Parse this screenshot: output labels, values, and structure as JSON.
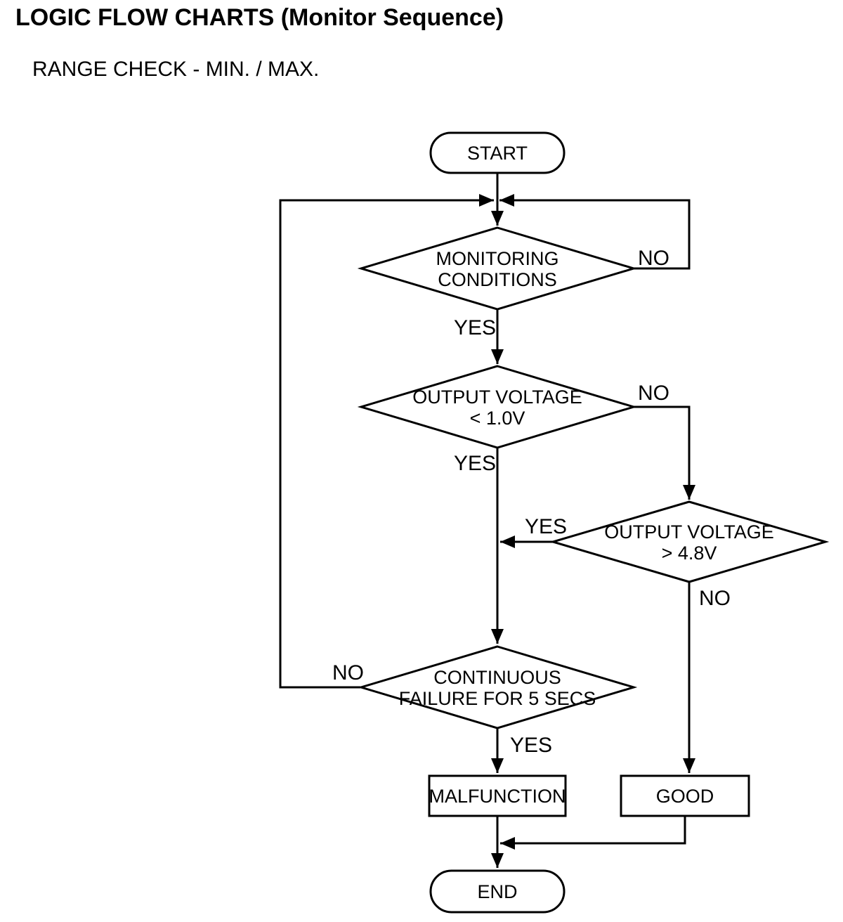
{
  "page": {
    "title": "LOGIC FLOW CHARTS (Monitor Sequence)",
    "subtitle": "RANGE CHECK - MIN. / MAX."
  },
  "flowchart": {
    "nodes": {
      "start": {
        "type": "terminator",
        "label": "START"
      },
      "monitoring": {
        "type": "decision",
        "line1": "MONITORING",
        "line2": "CONDITIONS"
      },
      "voltage_low": {
        "type": "decision",
        "line1": "OUTPUT VOLTAGE",
        "line2": "< 1.0V"
      },
      "voltage_high": {
        "type": "decision",
        "line1": "OUTPUT VOLTAGE",
        "line2": "> 4.8V"
      },
      "continuous_failure": {
        "type": "decision",
        "line1": "CONTINUOUS",
        "line2": "FAILURE FOR 5 SECS"
      },
      "malfunction": {
        "type": "process",
        "label": "MALFUNCTION"
      },
      "good": {
        "type": "process",
        "label": "GOOD"
      },
      "end": {
        "type": "terminator",
        "label": "END"
      }
    },
    "edges": {
      "monitoring_no": {
        "label": "NO"
      },
      "monitoring_yes": {
        "label": "YES"
      },
      "voltage_low_no": {
        "label": "NO"
      },
      "voltage_low_yes": {
        "label": "YES"
      },
      "voltage_high_yes": {
        "label": "YES"
      },
      "voltage_high_no": {
        "label": "NO"
      },
      "continuous_failure_no": {
        "label": "NO"
      },
      "continuous_failure_yes": {
        "label": "YES"
      }
    },
    "colors": {
      "line": "#000000",
      "background": "#ffffff",
      "text": "#000000"
    }
  }
}
